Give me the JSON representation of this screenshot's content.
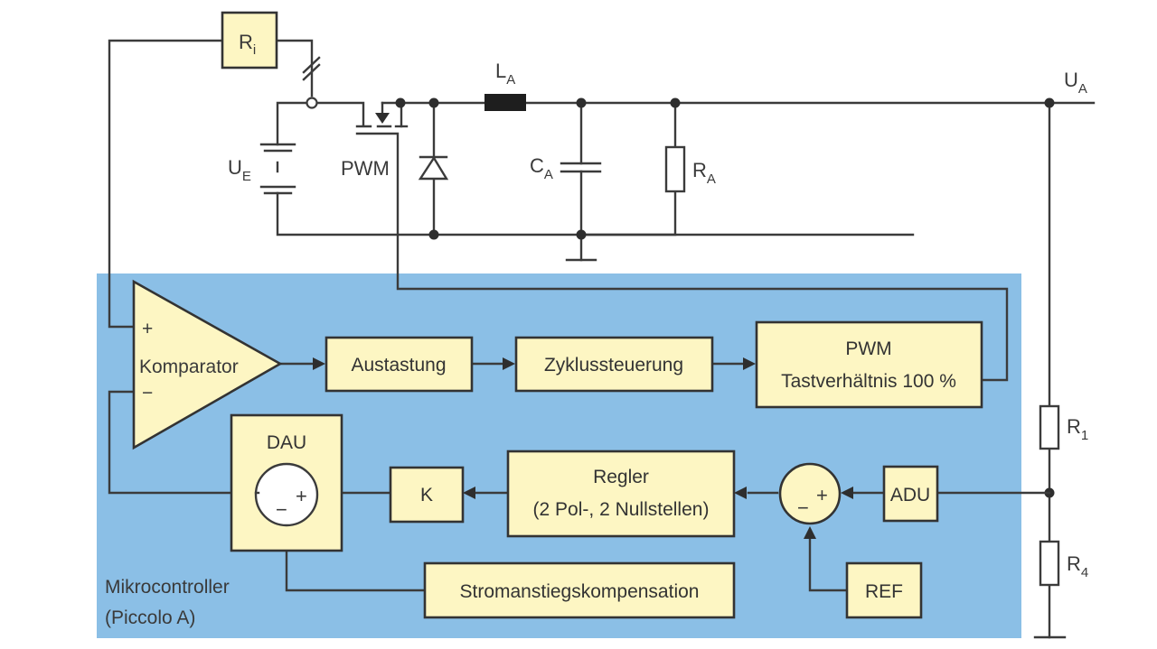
{
  "colors": {
    "panel": "#8bbfe6",
    "block_fill": "#fdf6c3",
    "line": "#3b3b3b",
    "background": "#ffffff"
  },
  "circuit": {
    "ri": {
      "main": "R",
      "sub": "i"
    },
    "ue": {
      "main": "U",
      "sub": "E"
    },
    "pwm_switch": "PWM",
    "la": {
      "main": "L",
      "sub": "A"
    },
    "ca": {
      "main": "C",
      "sub": "A"
    },
    "ra": {
      "main": "R",
      "sub": "A"
    },
    "ua": {
      "main": "U",
      "sub": "A"
    },
    "r1": {
      "main": "R",
      "sub": "1"
    },
    "r4": {
      "main": "R",
      "sub": "4"
    }
  },
  "controller": {
    "label_line1": "Mikrocontroller",
    "label_line2": "(Piccolo A)",
    "comparator": {
      "label": "Komparator",
      "plus": "+",
      "minus": "−"
    },
    "austastung": "Austastung",
    "zyklus": "Zyklussteuerung",
    "pwm": {
      "line1": "PWM",
      "line2": "Tastverhältnis 100 %"
    },
    "dau": {
      "label": "DAU",
      "plus": "+",
      "minus": "−"
    },
    "k": "K",
    "regler": {
      "line1": "Regler",
      "line2": "(2 Pol-, 2 Nullstellen)"
    },
    "sum": {
      "plus": "+",
      "minus": "−"
    },
    "adu": "ADU",
    "ref": "REF",
    "strom": "Stromanstiegskompensation"
  }
}
